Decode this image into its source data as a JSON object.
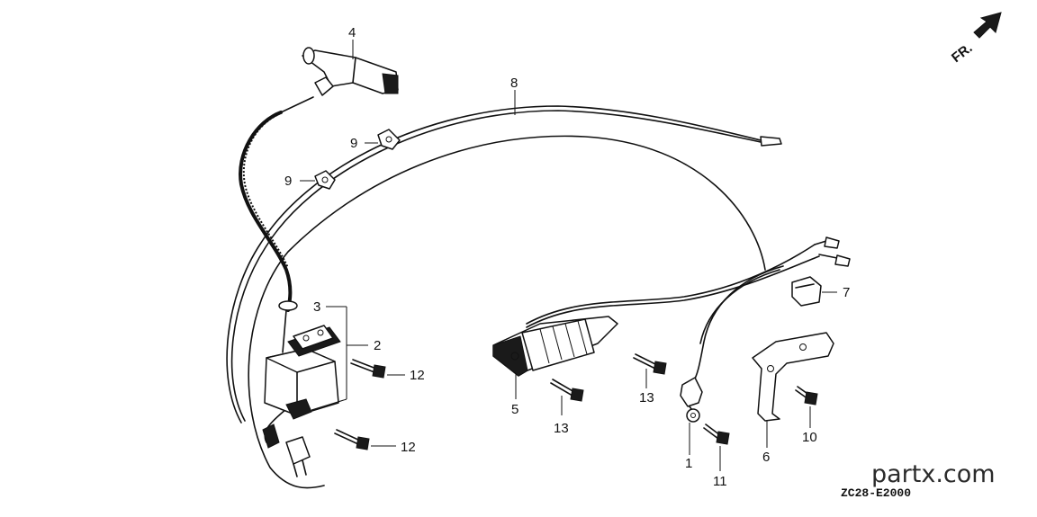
{
  "diagram": {
    "part_code": "ZC28-E2000",
    "orientation_label": "FR.",
    "watermark": "partx.com",
    "callouts": [
      {
        "key": "c1",
        "text": "1"
      },
      {
        "key": "c2",
        "text": "2"
      },
      {
        "key": "c3",
        "text": "3"
      },
      {
        "key": "c4",
        "text": "4"
      },
      {
        "key": "c5",
        "text": "5"
      },
      {
        "key": "c6",
        "text": "6"
      },
      {
        "key": "c7",
        "text": "7"
      },
      {
        "key": "c8",
        "text": "8"
      },
      {
        "key": "c9a",
        "text": "9"
      },
      {
        "key": "c9b",
        "text": "9"
      },
      {
        "key": "c10",
        "text": "10"
      },
      {
        "key": "c11",
        "text": "11"
      },
      {
        "key": "c12a",
        "text": "12"
      },
      {
        "key": "c12b",
        "text": "12"
      },
      {
        "key": "c13a",
        "text": "13"
      },
      {
        "key": "c13b",
        "text": "13"
      }
    ]
  }
}
